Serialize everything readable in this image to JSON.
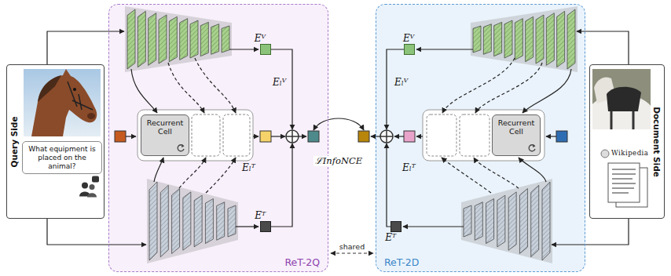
{
  "diagram": {
    "nodes": [
      {
        "text": [
          "Query Side"
        ]
      },
      {
        "text": [
          "What equipment is placed on the animal?"
        ],
        "in": 0
      },
      {
        "text": [
          "ReT-2Q"
        ]
      },
      {
        "text": [
          "Recurrent Cell"
        ],
        "in": 2
      },
      {
        "text": [
          "Eⱽ"
        ],
        "in": 2
      },
      {
        "text": [
          "Eᵀ"
        ],
        "in": 2
      },
      {
        "text": [
          "ReT-2D"
        ]
      },
      {
        "text": [
          "Recurrent Cell"
        ],
        "in": 6
      },
      {
        "text": [
          "Eⱽ"
        ],
        "in": 6
      },
      {
        "text": [
          "Eᵀ"
        ],
        "in": 6
      },
      {
        "text": [
          "Document Side"
        ]
      }
    ],
    "edges": [
      {
        "from": 2,
        "to": 6,
        "arrow": "both",
        "label": "shared"
      }
    ],
    "labels": [
      "Eₗⱽ",
      "Eₗᵀ",
      "ℒInfoNCE",
      "Eₗⱽ",
      "Eₗᵀ",
      "Wikipedia"
    ]
  }
}
